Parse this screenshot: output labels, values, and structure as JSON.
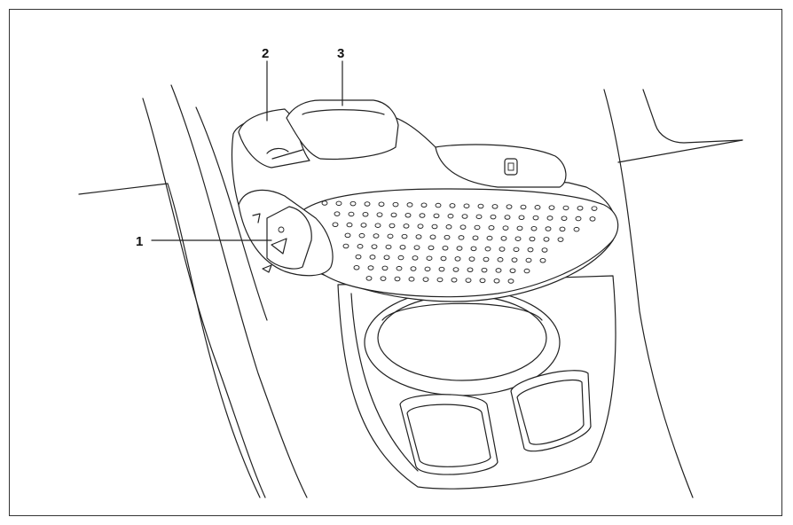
{
  "callouts": {
    "one": "1",
    "two": "2",
    "three": "3"
  },
  "colors": {
    "line": "#222222",
    "background": "#ffffff"
  }
}
